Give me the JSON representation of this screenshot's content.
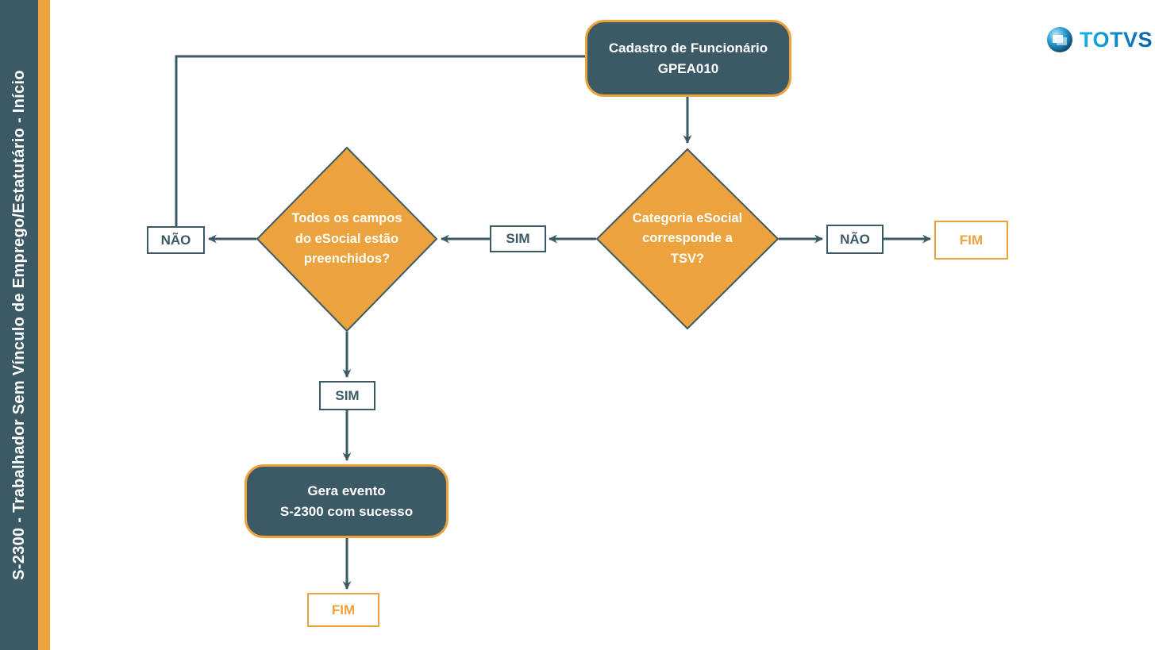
{
  "sidebar": {
    "title": "S-2300 - Trabalhador Sem Vínculo de Emprego/Estatutário - Início",
    "bar_color": "#3C5A66",
    "accent_color": "#EDA33D"
  },
  "logo": {
    "brand": "TOTVS"
  },
  "flowchart": {
    "nodes": {
      "start": {
        "label": "Cadastro de Funcionário\nGPEA010"
      },
      "decision_tsv": {
        "label": "Categoria eSocial\ncorresponde a\nTSV?"
      },
      "decision_fields": {
        "label": "Todos os campos\ndo eSocial estão\npreenchidos?"
      },
      "process_success": {
        "label": "Gera evento\nS-2300 com sucesso"
      },
      "label_sim_mid": {
        "label": "SIM"
      },
      "label_sim_bottom": {
        "label": "SIM"
      },
      "label_nao_left": {
        "label": "NÃO"
      },
      "label_nao_right": {
        "label": "NÃO"
      },
      "fim_right": {
        "label": "FIM"
      },
      "fim_bottom": {
        "label": "FIM"
      }
    },
    "colors": {
      "shape_fill": "#3C5A66",
      "shape_border": "#EDA33D",
      "diamond_fill": "#EDA33D",
      "diamond_border": "#3C5A66",
      "connector": "#3C5A66",
      "label_text": "#3C5A66",
      "fim_text": "#EDA33D",
      "node_text": "#FFFFFF"
    }
  }
}
